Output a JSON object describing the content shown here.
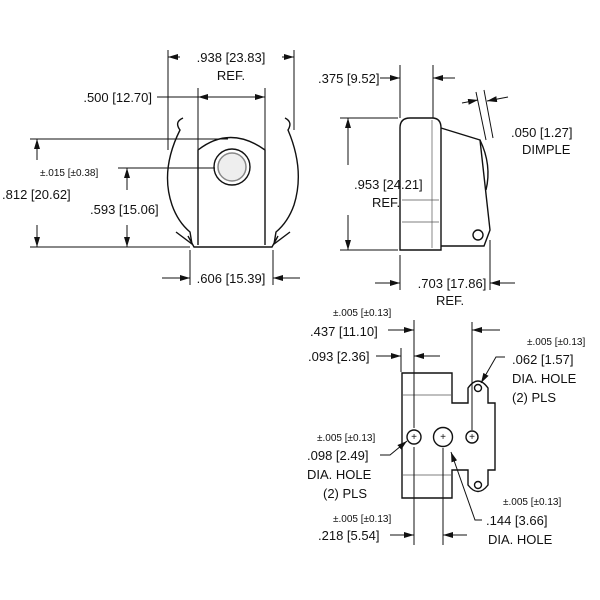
{
  "front_view": {
    "width_ref": ".938 [23.83]",
    "width_ref_note": "REF.",
    "tab_width": ".500 [12.70]",
    "height": ".812 [20.62]",
    "hole_tolerance": "±.015 [±0.38]",
    "hole_height": ".593 [15.06]",
    "base_width": ".606 [15.39]"
  },
  "side_view": {
    "depth": ".375 [9.52]",
    "dimple": ".050 [1.27]",
    "dimple_note": "DIMPLE",
    "height": ".953 [24.21]",
    "height_note": "REF.",
    "overall_depth": ".703 [17.86]",
    "overall_depth_note": "REF."
  },
  "bottom_view": {
    "tol_437": "±.005 [±0.13]",
    "dim_437": ".437 [11.10]",
    "dim_093": ".093 [2.36]",
    "tol_062": "±.005 [±0.13]",
    "dim_062": ".062 [1.57]",
    "note_062_a": "DIA. HOLE",
    "note_062_b": "(2) PLS",
    "tol_098": "±.005 [±0.13]",
    "dim_098": ".098 [2.49]",
    "note_098_a": "DIA. HOLE",
    "note_098_b": "(2) PLS",
    "tol_144": "±.005 [±0.13]",
    "dim_144": ".144 [3.66]",
    "note_144": "DIA. HOLE",
    "tol_218": "±.005 [±0.13]",
    "dim_218": ".218 [5.54]"
  }
}
